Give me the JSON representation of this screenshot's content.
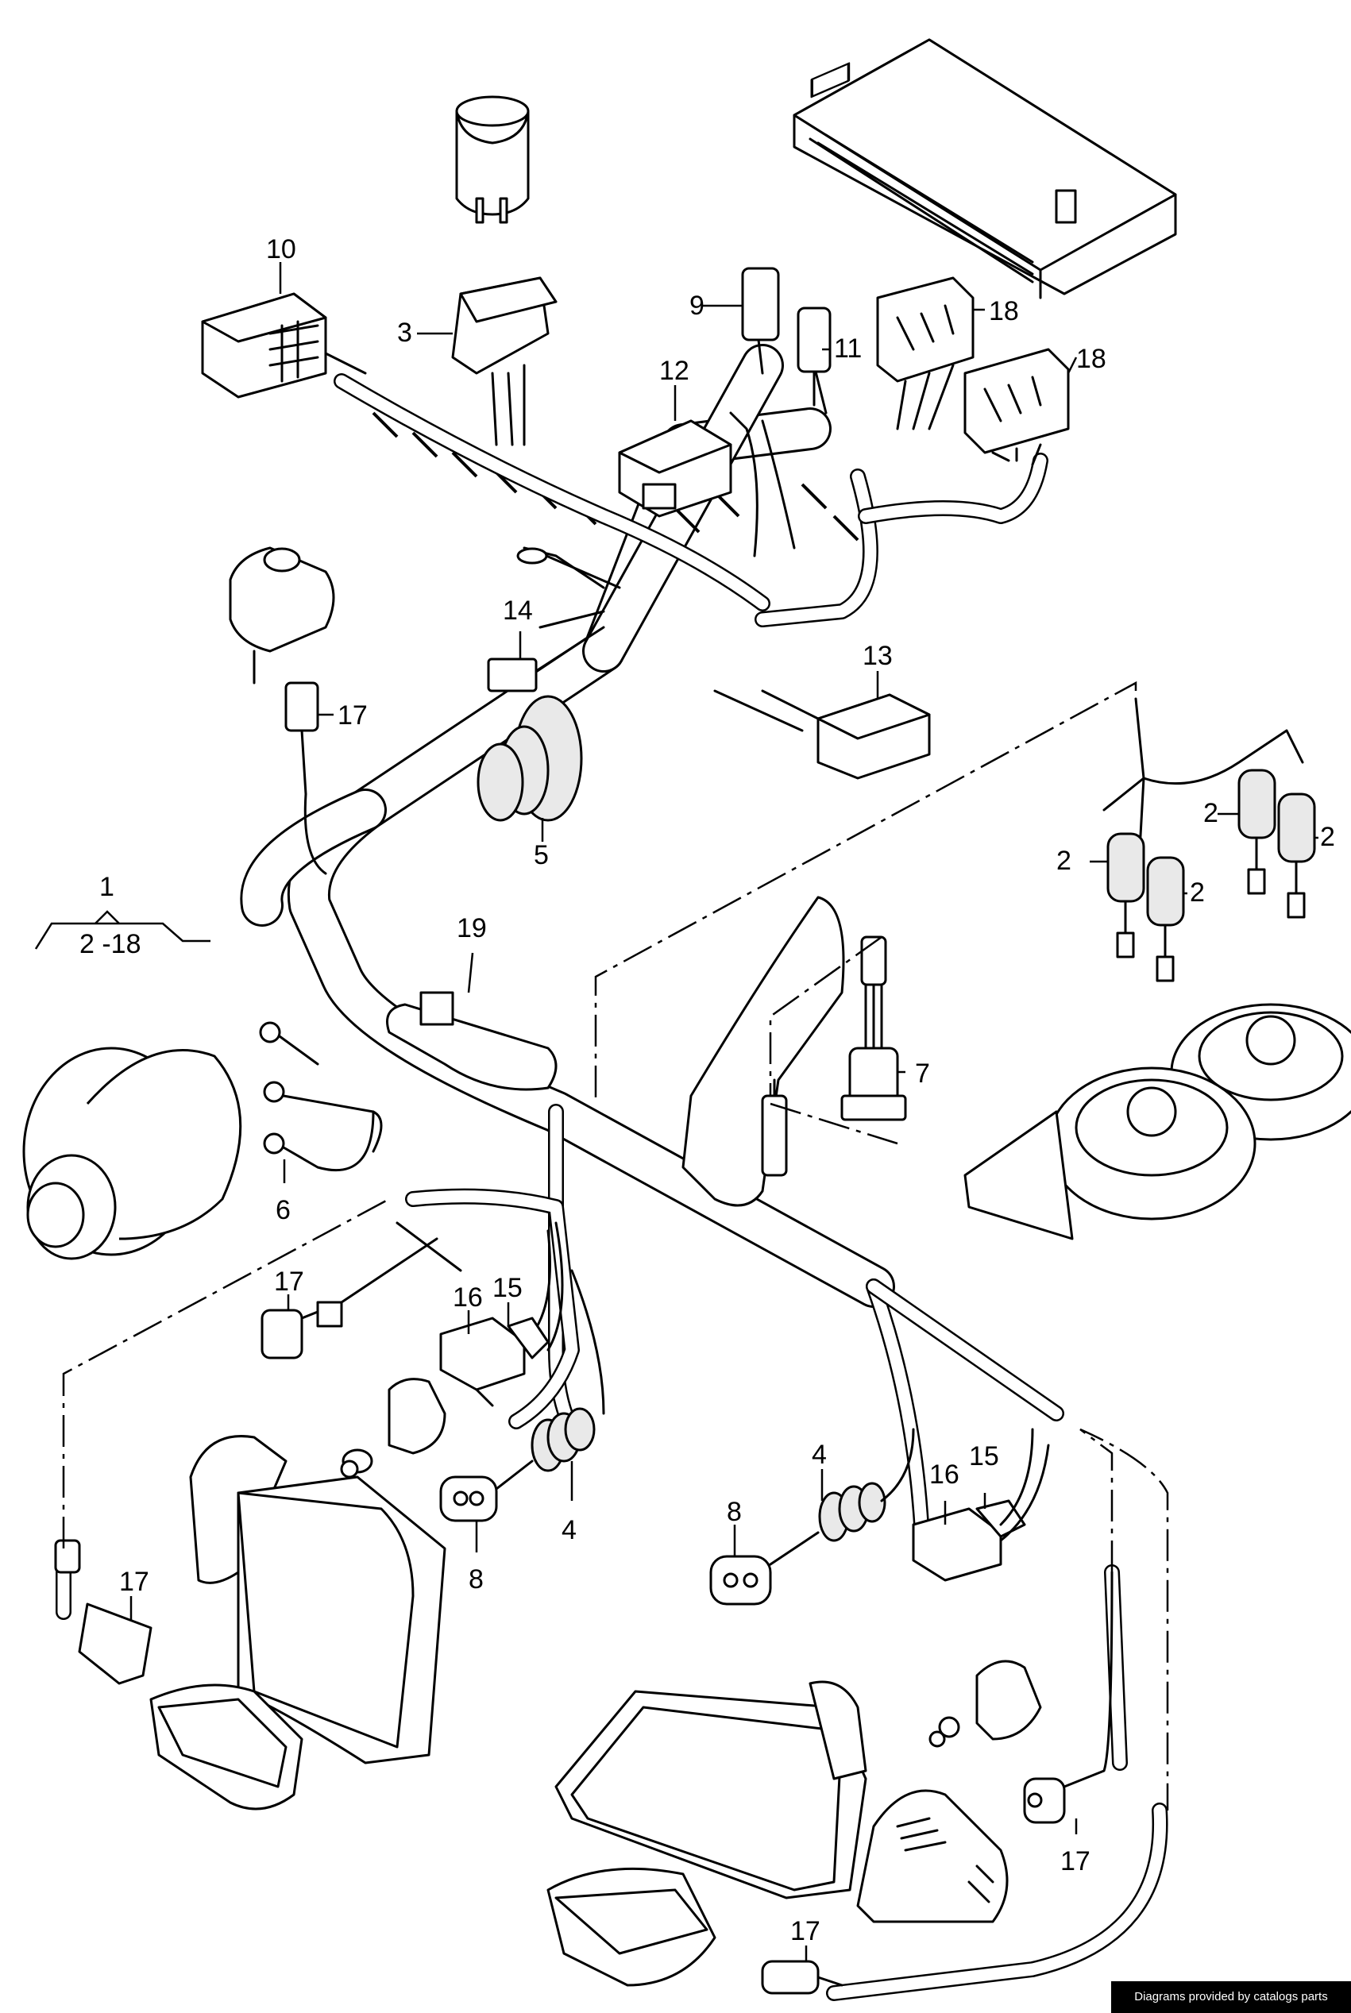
{
  "labels": {
    "l1": "1",
    "l1_range": "2 -18",
    "l2a": "2",
    "l2b": "2",
    "l2c": "2",
    "l2d": "2",
    "l3": "3",
    "l4a": "4",
    "l4b": "4",
    "l5": "5",
    "l6": "6",
    "l7": "7",
    "l8a": "8",
    "l8b": "8",
    "l9": "9",
    "l10": "10",
    "l11": "11",
    "l12": "12",
    "l13": "13",
    "l14": "14",
    "l15a": "15",
    "l15b": "15",
    "l16a": "16",
    "l16b": "16",
    "l17a": "17",
    "l17b": "17",
    "l17c": "17",
    "l17d": "17",
    "l17e": "17",
    "l18a": "18",
    "l18b": "18",
    "l19": "19"
  },
  "footer": {
    "credit": "Diagrams provided by catalogs parts"
  }
}
